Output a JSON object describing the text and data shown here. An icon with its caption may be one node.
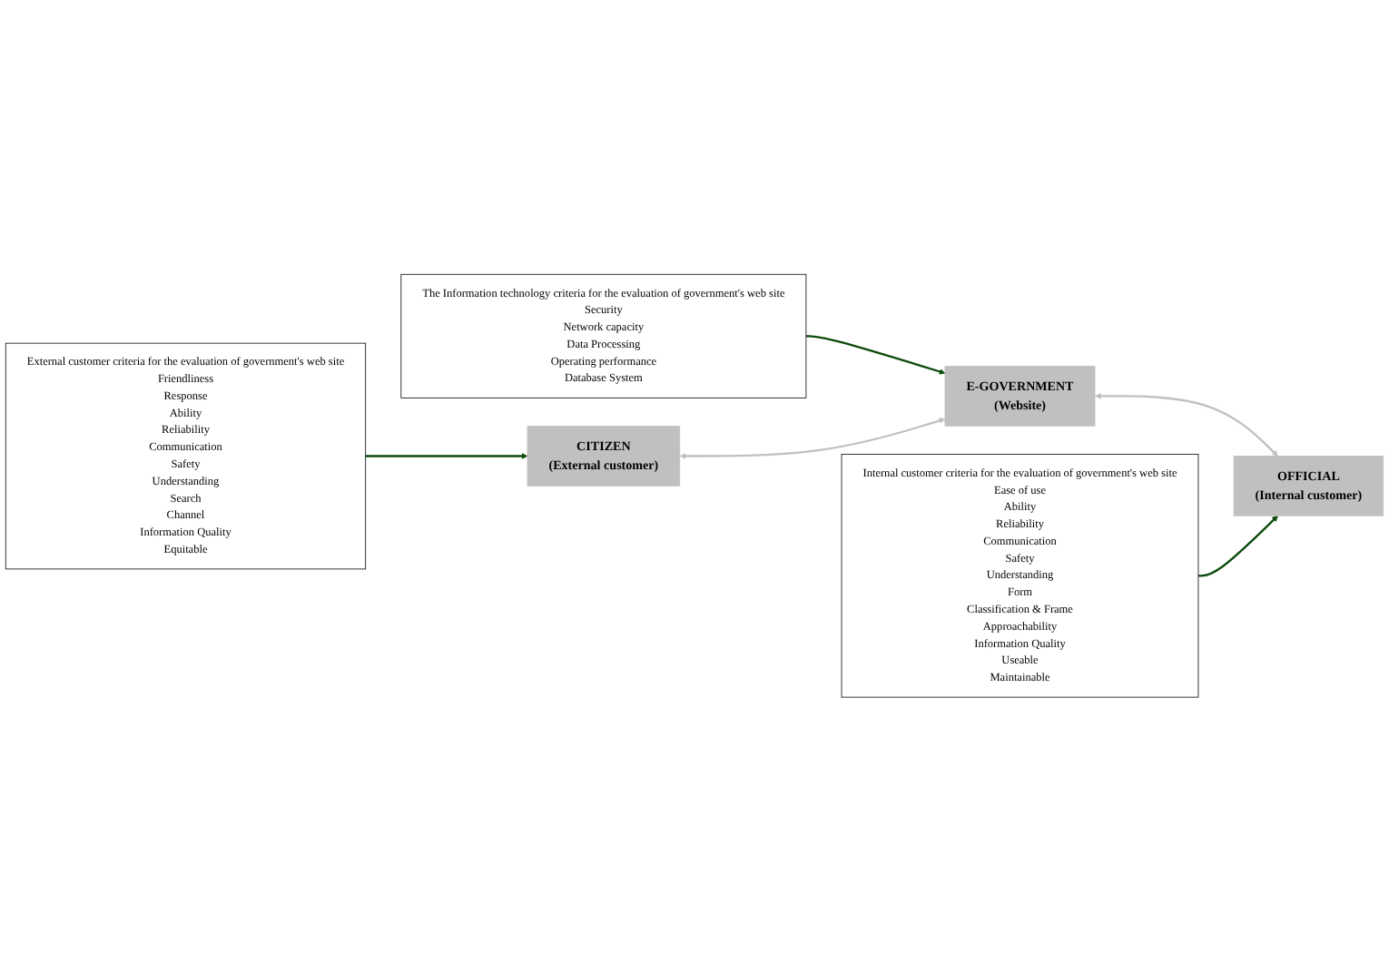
{
  "diagram": {
    "nodes": [
      {
        "text": [
          "The Information technology criteria for the evaluation of government's web site",
          "Security",
          "Network capacity",
          "Data Processing",
          "Operating performance",
          "Database System"
        ]
      },
      {
        "text": [
          "CITIZEN",
          "(External customer)"
        ]
      },
      {
        "text": [
          "E-GOVERNMENT",
          "(Website)"
        ]
      },
      {
        "text": [
          "OFFICIAL",
          "(Internal customer)"
        ]
      },
      {
        "text": [
          "External customer criteria for the evaluation of government's web site",
          "Friendliness",
          "Response",
          "Ability",
          "Reliability",
          "Communication",
          "Safety",
          "Understanding",
          "Search",
          "Channel",
          "Information Quality",
          "Equitable"
        ]
      },
      {
        "text": [
          "Internal customer criteria for the evaluation of government's web site",
          "Ease of use",
          "Ability",
          "Reliability",
          "Communication",
          "Safety",
          "Understanding",
          "Form",
          "Classification & Frame",
          "Approachability",
          "Information Quality",
          "Useable",
          "Maintainable"
        ]
      }
    ],
    "edges": [
      {
        "from": 0,
        "to": 2,
        "arrow": "to",
        "color": "#0b4a0b"
      },
      {
        "from": 1,
        "to": 2,
        "arrow": "both",
        "color": "#c0c0c0"
      },
      {
        "from": 2,
        "to": 3,
        "arrow": "both",
        "color": "#c0c0c0"
      },
      {
        "from": 4,
        "to": 1,
        "arrow": "to",
        "color": "#0b4a0b"
      },
      {
        "from": 5,
        "to": 3,
        "arrow": "to",
        "color": "#0b4a0b"
      }
    ]
  }
}
